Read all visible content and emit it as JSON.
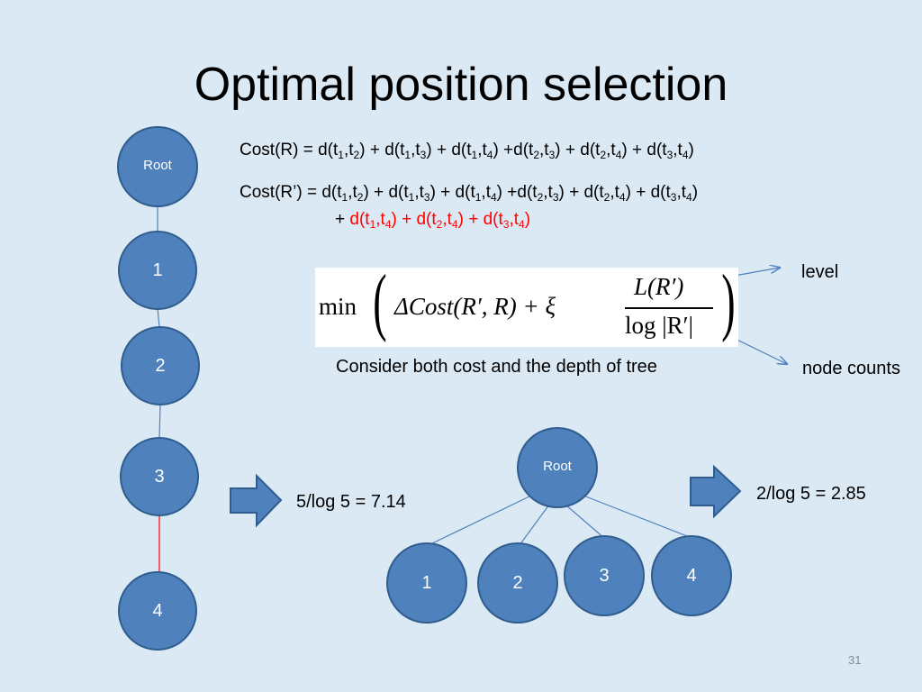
{
  "title": "Optimal position selection",
  "slide_number": "31",
  "colors": {
    "background": "#dbe9f4",
    "node_fill": "#4f81bd",
    "node_stroke": "#2f5d8e",
    "edge": "#4f81bd",
    "highlight_edge": "#ff0000",
    "highlight_text": "#ff0000"
  },
  "chain_tree": {
    "nodes": [
      "Root",
      "1",
      "2",
      "3",
      "4"
    ]
  },
  "flat_tree": {
    "root": "Root",
    "children": [
      "1",
      "2",
      "3",
      "4"
    ]
  },
  "formulas": {
    "cost_r_label": "Cost(R) = ",
    "cost_r_prime_label": "Cost(R’) = ",
    "cost_r_prime_cont_prefix": "+ ",
    "base_terms": [
      {
        "d": "d(t",
        "a": "1",
        "b": "2",
        "sep": " + "
      },
      {
        "d": "d(t",
        "a": "1",
        "b": "3",
        "sep": " + "
      },
      {
        "d": "d(t",
        "a": "1",
        "b": "4",
        "sep": " +"
      },
      {
        "d": "d(t",
        "a": "2",
        "b": "3",
        "sep": " + "
      },
      {
        "d": "d(t",
        "a": "2",
        "b": "4",
        "sep": " + "
      },
      {
        "d": "d(t",
        "a": "3",
        "b": "4",
        "sep": ""
      }
    ],
    "extra_terms": [
      {
        "d": "d(t",
        "a": "1",
        "b": "4",
        "sep": " + "
      },
      {
        "d": "d(t",
        "a": "2",
        "b": "4",
        "sep": " + "
      },
      {
        "d": "d(t",
        "a": "3",
        "b": "4",
        "sep": ""
      }
    ]
  },
  "objective": {
    "min": "min",
    "body": "ΔCost(R′, R) + ξ",
    "numerator": "L(R′)",
    "denominator": "log |R′|"
  },
  "annotations": {
    "level": "level",
    "node_counts": "node counts",
    "caption": "Consider both cost and the depth of tree",
    "chain_score": "5/log 5 = 7.14",
    "flat_score": "2/log 5 = 2.85"
  }
}
